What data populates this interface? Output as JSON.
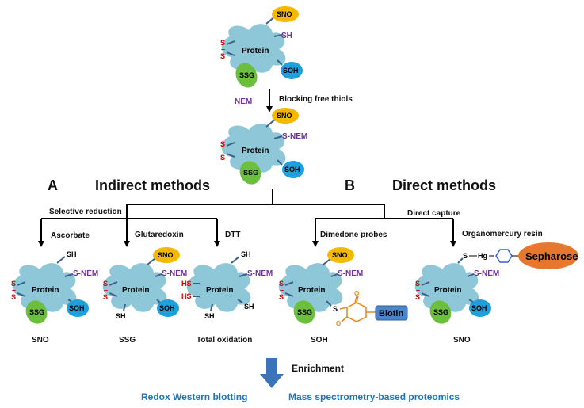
{
  "section_headings": {
    "a_letter": "A",
    "a_title": "Indirect methods",
    "b_letter": "B",
    "b_title": "Direct methods"
  },
  "protein_label": "Protein",
  "modifications": {
    "sno": "SNO",
    "soh": "SOH",
    "ssg": "SSG",
    "sh": "SH",
    "s_nem": "S-NEM",
    "s": "S",
    "dash": "–",
    "hs": "HS",
    "hg": "Hg"
  },
  "steps": {
    "nem": "NEM",
    "blocking": "Blocking free thiols",
    "selective_reduction": "Selective reduction",
    "direct_capture": "Direct capture",
    "ascorbate": "Ascorbate",
    "glutaredoxin": "Glutaredoxin",
    "dtt": "DTT",
    "dimedone_probes": "Dimedone probes",
    "organomercury_resin": "Organomercury resin"
  },
  "reagents": {
    "biotin": "Biotin",
    "sepharose": "Sepharose"
  },
  "targets": {
    "t1": "SNO",
    "t2": "SSG",
    "t3": "Total oxidation",
    "t4": "SOH",
    "t5": "SNO"
  },
  "downstream": {
    "enrichment": "Enrichment",
    "western": "Redox Western blotting",
    "ms": "Mass spectrometry-based proteomics"
  },
  "colors": {
    "protein_blob": "#8ec8d8",
    "sno_bubble": "#f5b800",
    "soh_bubble": "#1fa0dc",
    "ssg_bubble": "#6cbf3c",
    "purple_text": "#7030A0",
    "red_text": "#d00000",
    "biotin_box": "#4a87c8",
    "sepharose_ellipse": "#e8772e",
    "enrichment_arrow": "#3d73b8",
    "output_text": "#1f75b8"
  }
}
